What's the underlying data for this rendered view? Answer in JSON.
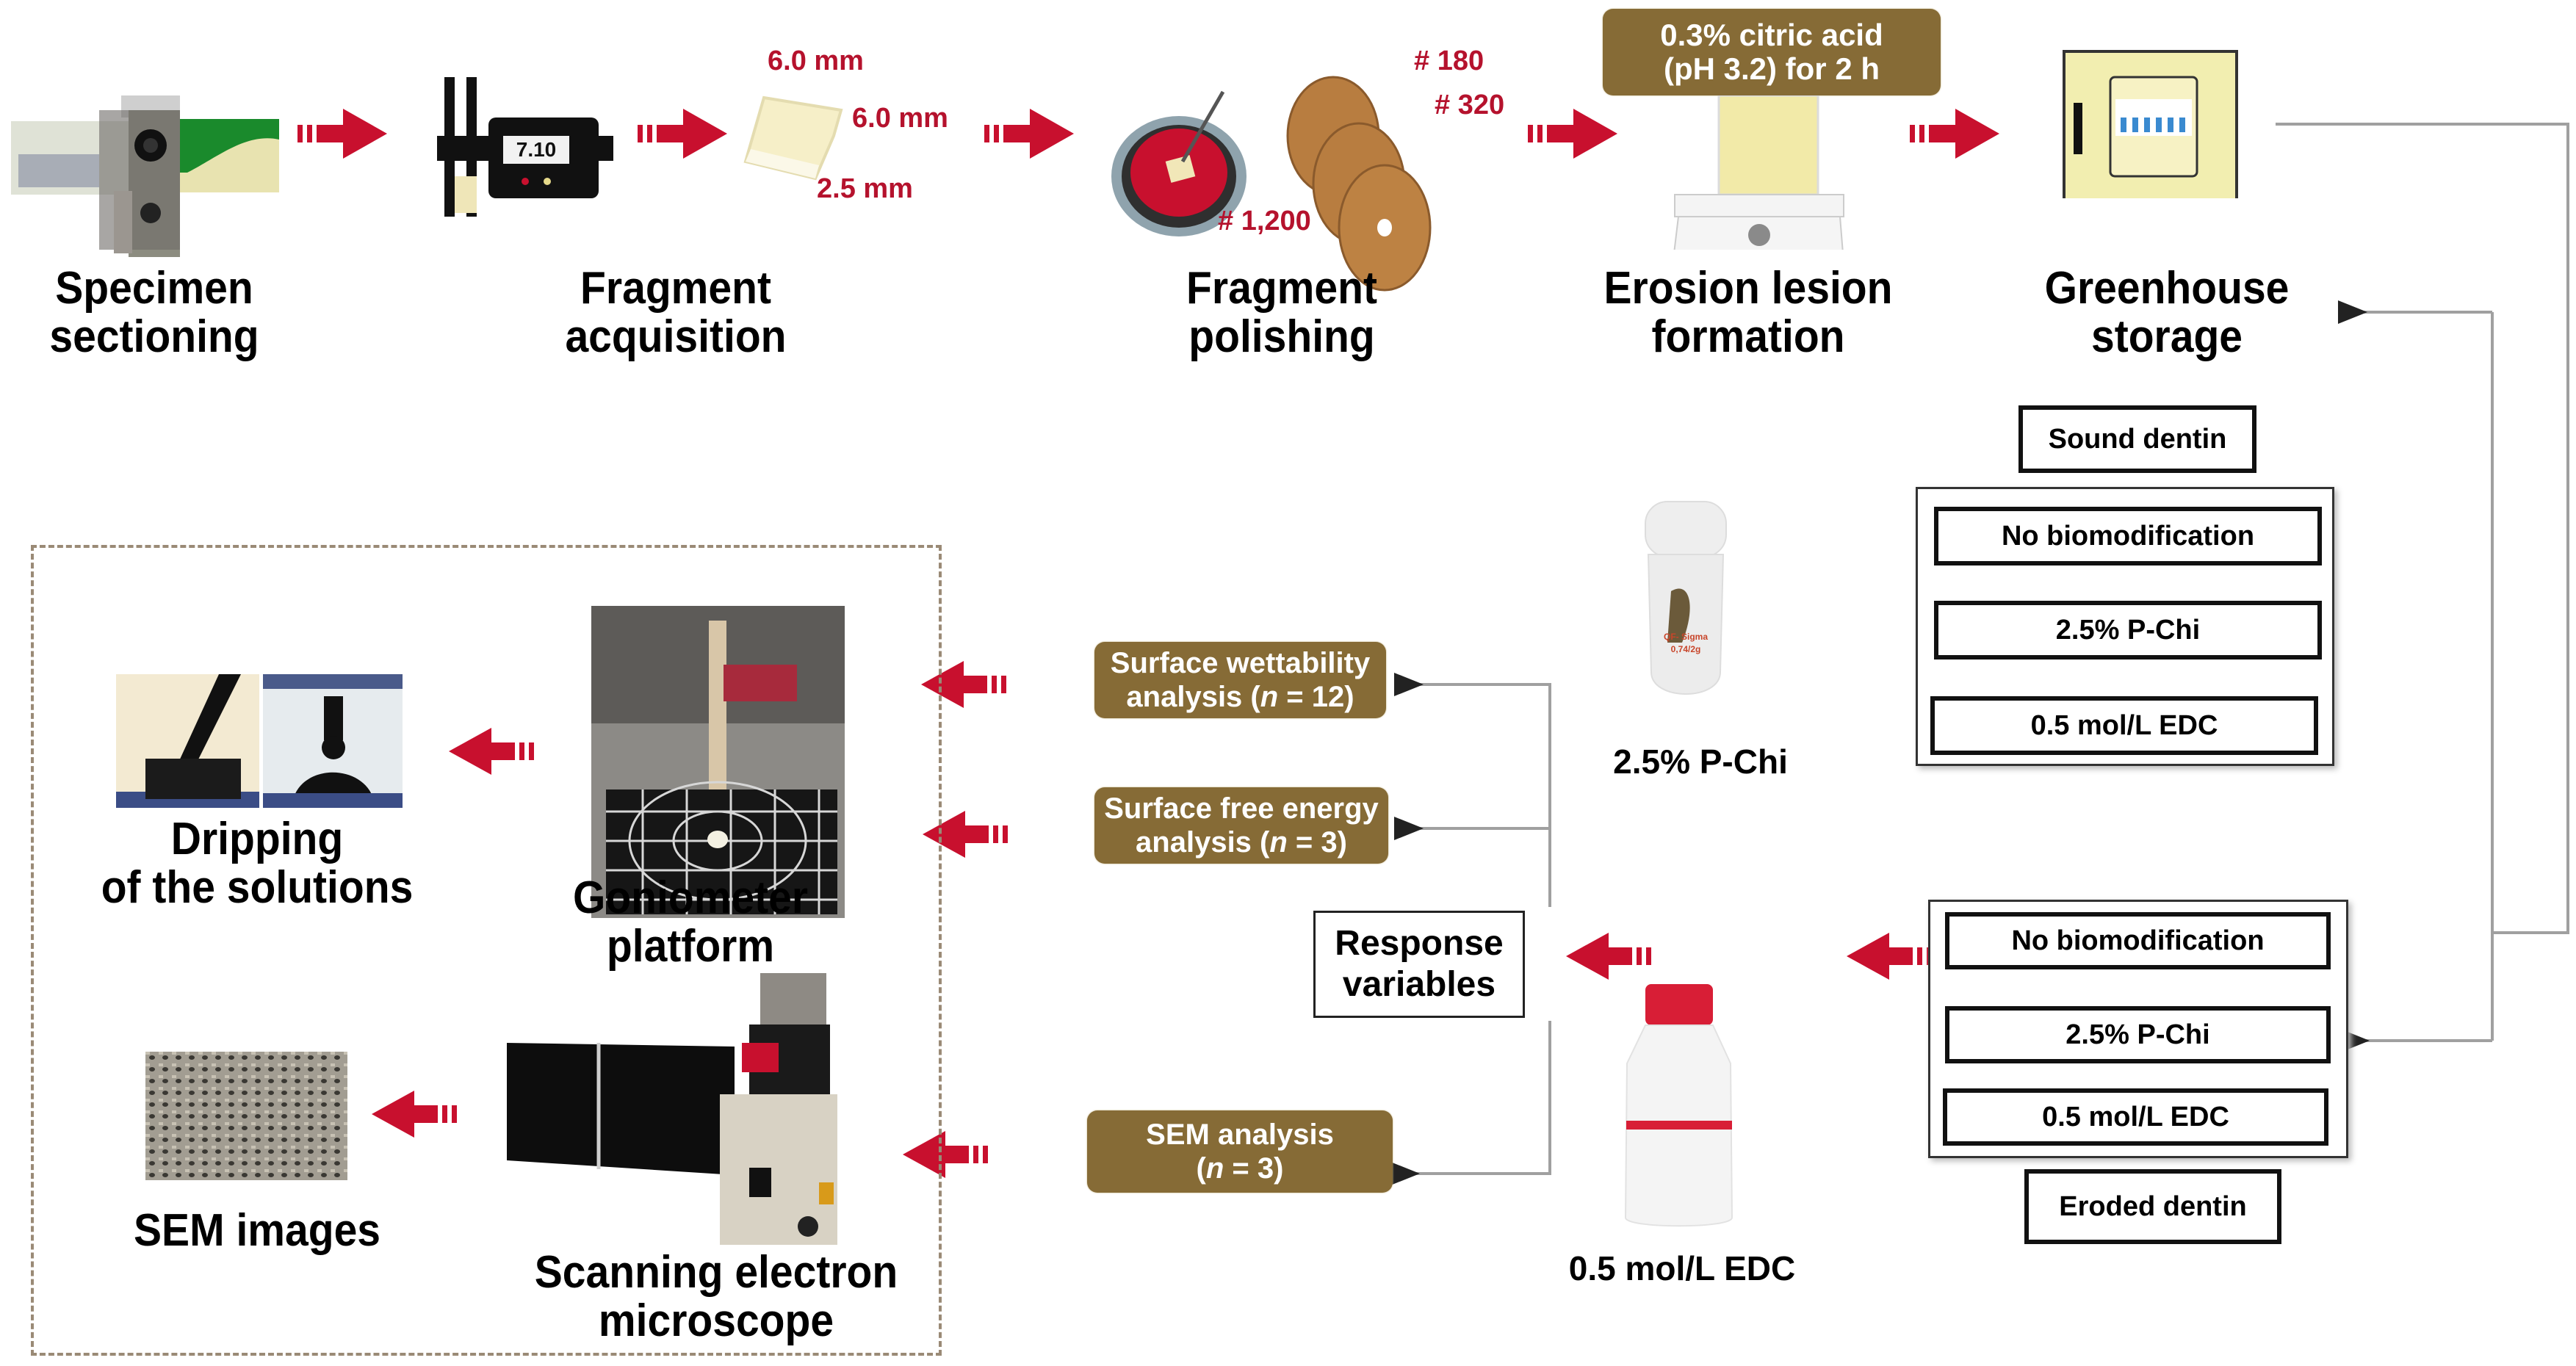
{
  "figure": {
    "workflow_steps": [
      {
        "id": "specimen-sectioning",
        "label_line1": "Specimen",
        "label_line2": "sectioning"
      },
      {
        "id": "fragment-acquisition",
        "label_line1": "Fragment",
        "label_line2": "acquisition"
      },
      {
        "id": "fragment-polishing",
        "label_line1": "Fragment",
        "label_line2": "polishing"
      },
      {
        "id": "erosion-lesion-formation",
        "label_line1": "Erosion lesion",
        "label_line2": "formation"
      },
      {
        "id": "greenhouse-storage",
        "label_line1": "Greenhouse",
        "label_line2": "storage"
      }
    ],
    "caliper_readout": "7.10",
    "fragment_dimensions": {
      "top": "6.0 mm",
      "side": "6.0 mm",
      "bottom": "2.5 mm"
    },
    "polishing_grits": {
      "grit1": "# 180",
      "grit2": "# 320",
      "grit3": "# 1,200"
    },
    "erosion_condition": {
      "line1": "0.3% citric acid",
      "line2": "(pH 3.2) for 2 h"
    },
    "groups": {
      "sound": {
        "title": "Sound dentin",
        "treatments": [
          "No biomodification",
          "2.5% P-Chi",
          "0.5 mol/L EDC"
        ]
      },
      "eroded": {
        "title": "Eroded dentin",
        "treatments": [
          "No biomodification",
          "2.5% P-Chi",
          "0.5 mol/L EDC"
        ]
      }
    },
    "agents": {
      "pchi_label": "2.5% P-Chi",
      "pchi_vial_text1": "QF- Sigma",
      "pchi_vial_text2": "0,74/2g",
      "edc_label": "0.5 mol/L EDC"
    },
    "response": {
      "line1": "Response",
      "line2": "variables"
    },
    "analyses": [
      {
        "line1": "Surface wettability",
        "line2_pre": "analysis (",
        "n_symbol": "n",
        "line2_post": " = 12)"
      },
      {
        "line1": "Surface free energy",
        "line2_pre": "analysis (",
        "n_symbol": "n",
        "line2_post": " = 3)"
      },
      {
        "line1": "SEM analysis",
        "line2_pre": "(",
        "n_symbol": "n",
        "line2_post": " = 3)"
      }
    ],
    "panel": {
      "goniometer_line1": "Goniometer",
      "goniometer_line2": "platform",
      "dripping_line1": "Dripping",
      "dripping_line2": "of the solutions",
      "sem_micro_line1": "Scanning electron",
      "sem_micro_line2": "microscope",
      "sem_images": "SEM images"
    },
    "colors": {
      "arrow_red": "#c8102e",
      "dimension_red": "#b5122d",
      "analysis_brown": "#866b36",
      "connector_gray": "#9a9a9a",
      "dashed_border": "#9a8a76"
    }
  }
}
